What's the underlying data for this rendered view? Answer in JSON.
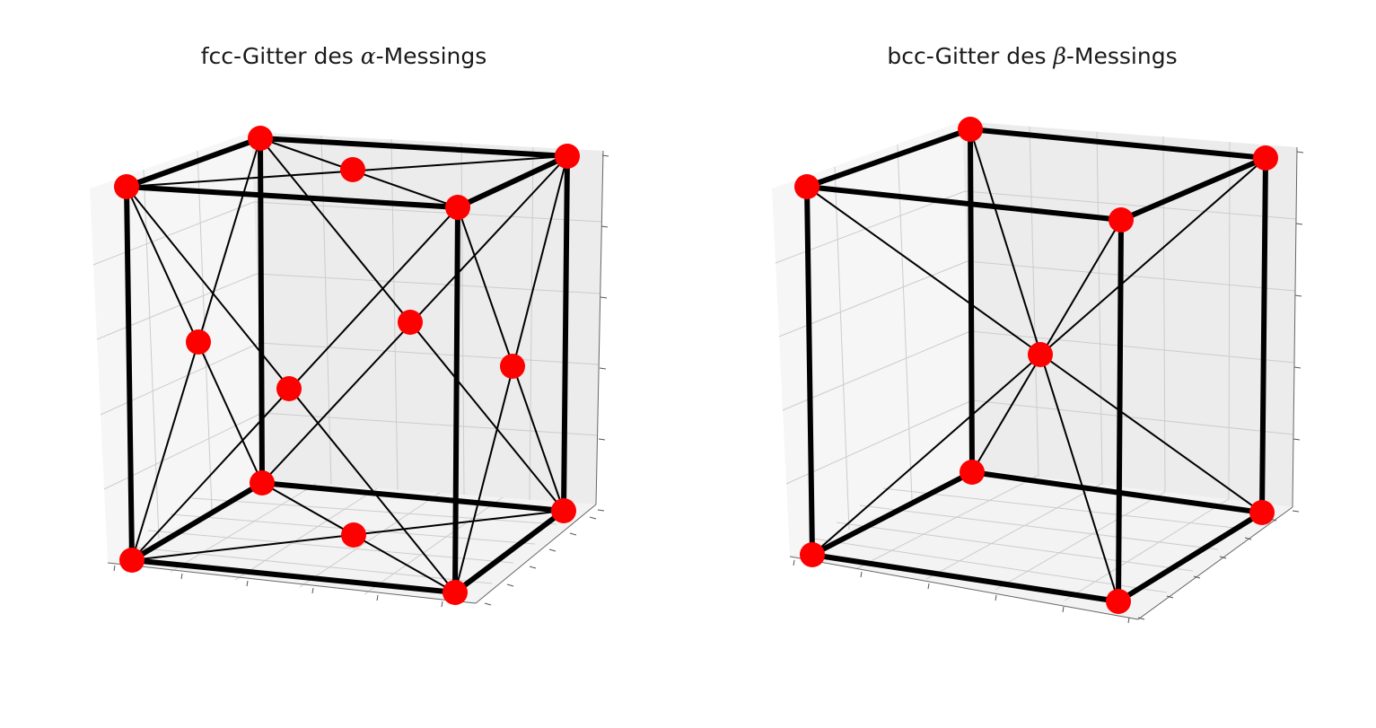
{
  "figure": {
    "left_panel": {
      "title_prefix": "fcc-Gitter des ",
      "title_greek": "α",
      "title_suffix": "-Messings"
    },
    "right_panel": {
      "title_prefix": "bcc-Gitter des ",
      "title_greek": "β",
      "title_suffix": "-Messings"
    }
  },
  "colors": {
    "atom": "#ff0000",
    "edge": "#000000",
    "pane_left": "#f4f4f4",
    "pane_right": "#ececec",
    "pane_floor": "#f2f2f2",
    "grid": "#c8c8c8"
  }
}
